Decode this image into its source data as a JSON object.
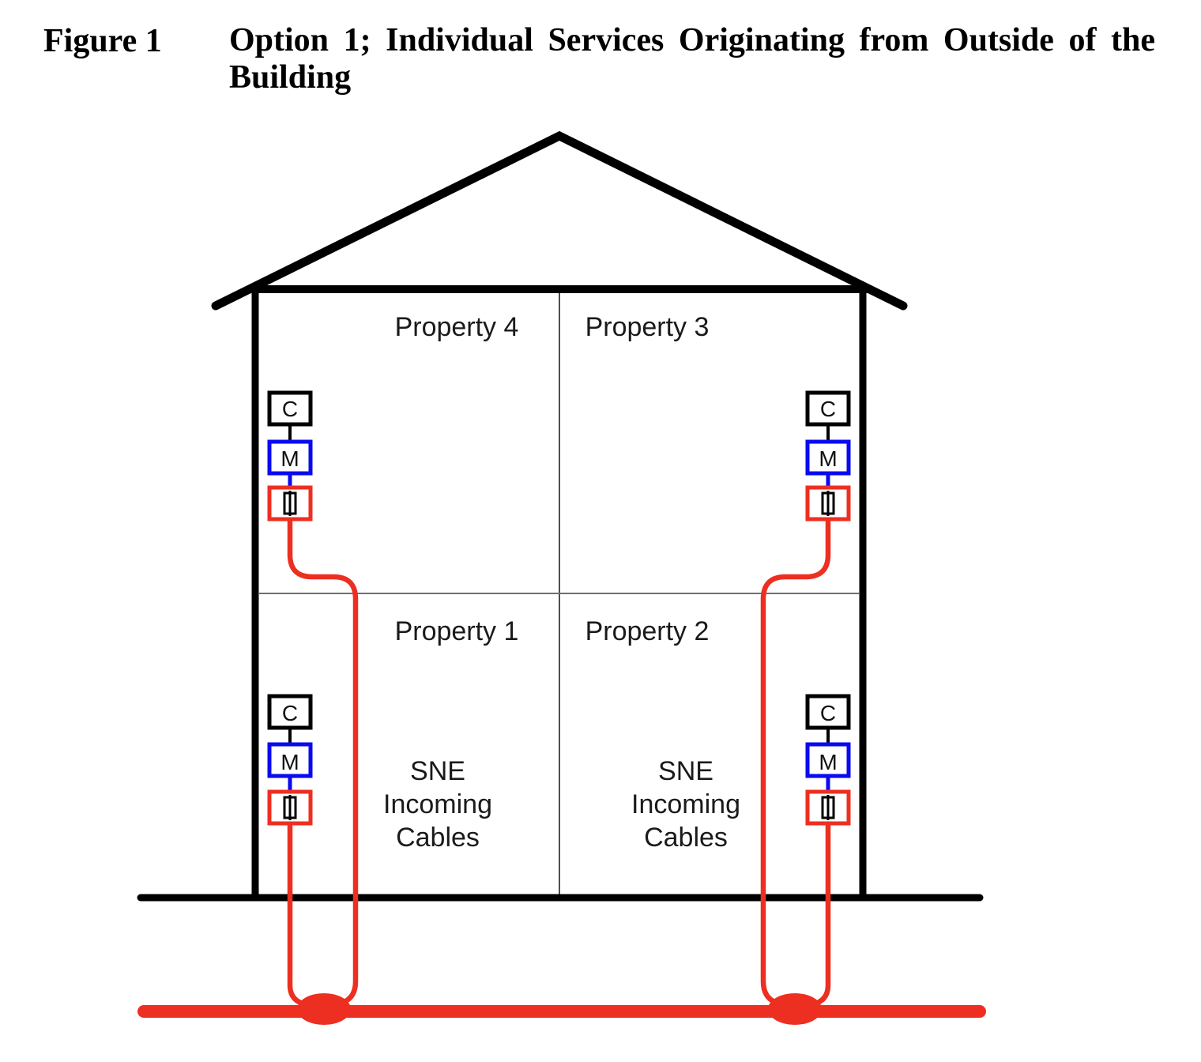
{
  "figure": {
    "label": "Figure 1",
    "title_line1": "Option 1; Individual Services Originating from Outside of the",
    "title_line2": "Building"
  },
  "building": {
    "labels": {
      "p1": "Property 1",
      "p2": "Property 2",
      "p3": "Property 3",
      "p4": "Property 4"
    },
    "unit_labels": {
      "customer": "C",
      "meter": "M"
    },
    "sne_lines": [
      "SNE",
      "Incoming",
      "Cables"
    ]
  },
  "colors": {
    "cable_red": "#ED2F21",
    "meter_blue": "#0A0AF0",
    "line_black": "#000000"
  }
}
